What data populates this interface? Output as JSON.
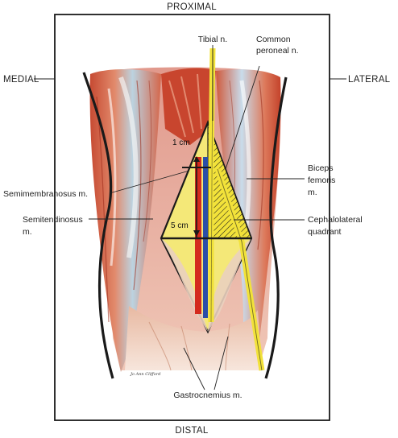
{
  "orientation": {
    "top": "PROXIMAL",
    "bottom": "DISTAL",
    "left": "MEDIAL",
    "right": "LATERAL"
  },
  "labels": {
    "tibial_nerve": "Tibial n.",
    "common_peroneal_line1": "Common",
    "common_peroneal_line2": "peroneal n.",
    "biceps_line1": "Biceps",
    "biceps_line2": "femoris",
    "biceps_line3": "m.",
    "cephalolateral_line1": "Cephalolateral",
    "cephalolateral_line2": "quadrant",
    "semimembranosus": "Semimembranosus m.",
    "semitendinosus_line1": "Semitendinosus",
    "semitendinosus_line2": "m.",
    "gastrocnemius": "Gastrocnemius m.",
    "one_cm": "1 cm",
    "five_cm": "5 cm",
    "signature": "Jo Ann Clifford"
  },
  "colors": {
    "muscle_red": "#c8452e",
    "muscle_light": "#e8a98c",
    "tendon_blue": "#b9d3e6",
    "nerve_yellow": "#f2e23a",
    "vessel_red": "#d42a1e",
    "vessel_blue": "#2b4fa8",
    "outline": "#1a1a1a"
  }
}
